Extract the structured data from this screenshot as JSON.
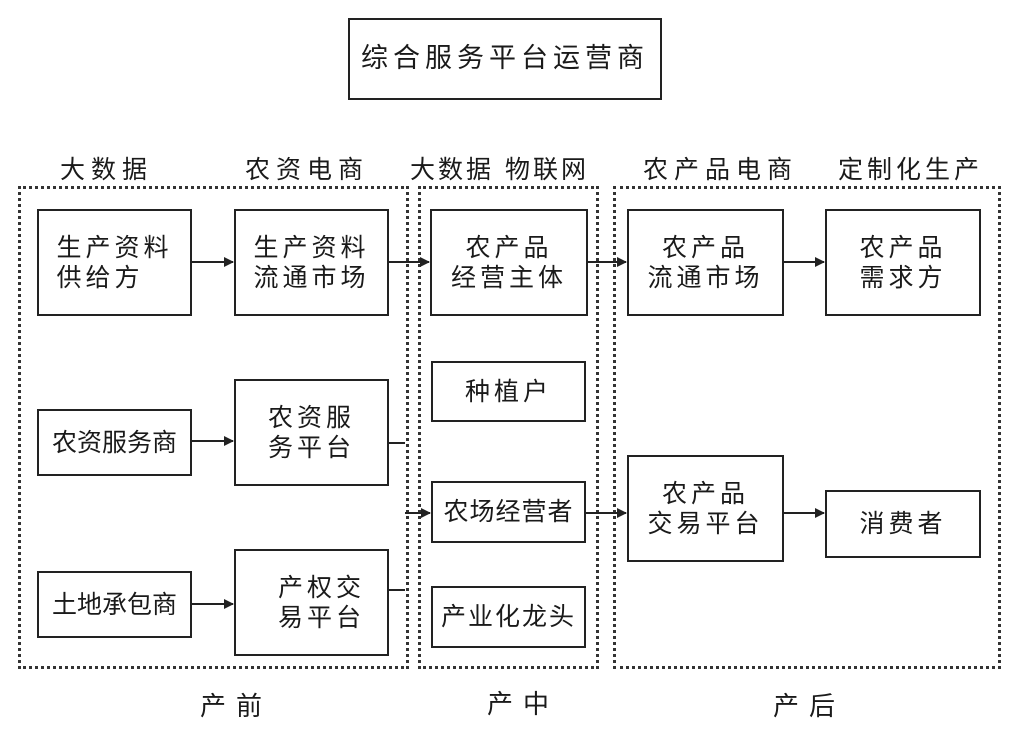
{
  "title": "综合服务平台运营商",
  "top_labels": {
    "big_data_left": "大数据",
    "agri_input_ecommerce": "农资电商",
    "big_data_iot": "大数据 物联网",
    "agri_product_ecommerce": "农产品电商",
    "customized_production": "定制化生产"
  },
  "stages": {
    "pre": "产前",
    "mid": "产中",
    "post": "产后"
  },
  "nodes": {
    "supplier": {
      "line1": "生产资料",
      "line2": "供给方"
    },
    "input_market": {
      "line1": "生产资料",
      "line2": "流通市场"
    },
    "operator": {
      "line1": "农产品",
      "line2": "经营主体"
    },
    "product_market": {
      "line1": "农产品",
      "line2": "流通市场"
    },
    "demand": {
      "line1": "农产品",
      "line2": "需求方"
    },
    "grower": {
      "line1": "种植户"
    },
    "service_provider": {
      "line1": "农资服务商"
    },
    "service_platform": {
      "line1": "农资服",
      "line2": "务平台"
    },
    "farm_operator": {
      "line1": "农场经营者"
    },
    "trade_platform": {
      "line1": "农产品",
      "line2": "交易平台"
    },
    "consumer": {
      "line1": "消费者"
    },
    "land_contractor": {
      "line1": "土地承包商"
    },
    "property_platform": {
      "line1": "产权交",
      "line2": "易平台"
    },
    "leader": {
      "line1": "产业化龙头"
    }
  },
  "edges": [
    {
      "from": "supplier",
      "to": "input_market"
    },
    {
      "from": "input_market",
      "to": "operator"
    },
    {
      "from": "operator",
      "to": "product_market"
    },
    {
      "from": "product_market",
      "to": "demand"
    },
    {
      "from": "service_provider",
      "to": "service_platform"
    },
    {
      "from": "land_contractor",
      "to": "property_platform"
    },
    {
      "from": "service_platform",
      "to": "farm_operator"
    },
    {
      "from": "property_platform",
      "to": "farm_operator"
    },
    {
      "from": "farm_operator",
      "to": "trade_platform"
    },
    {
      "from": "trade_platform",
      "to": "consumer"
    }
  ]
}
